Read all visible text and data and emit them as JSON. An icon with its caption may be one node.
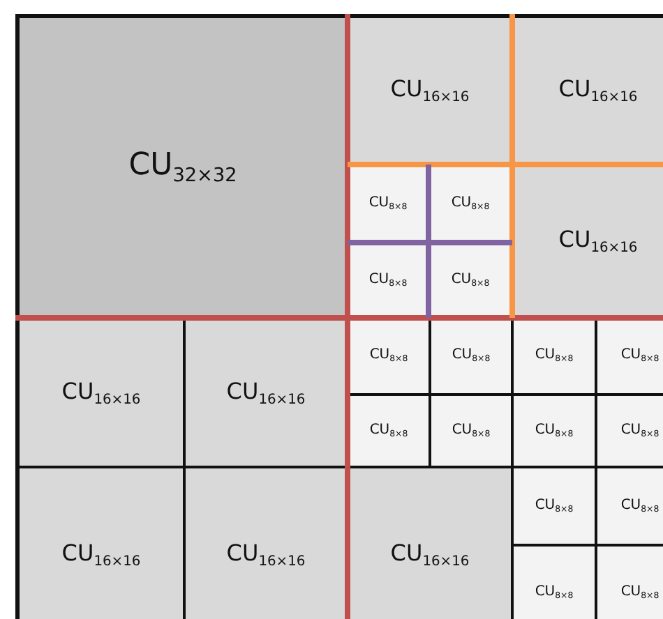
{
  "diagram": {
    "nodes": [
      {
        "text": [
          "CU$_{32×32}$"
        ]
      },
      {
        "text": [
          "CU$_{16×16}$"
        ]
      },
      {
        "text": [
          "CU$_{16×16}$"
        ]
      },
      {
        "text": [
          "CU$_{8×8}$"
        ]
      },
      {
        "text": [
          "CU$_{8×8}$"
        ]
      },
      {
        "text": [
          "CU$_{16×16}$"
        ]
      },
      {
        "text": [
          "CU$_{8×8}$"
        ]
      },
      {
        "text": [
          "CU$_{8×8}$"
        ]
      },
      {
        "text": [
          "CU$_{16×16}$"
        ]
      },
      {
        "text": [
          "CU$_{16×16}$"
        ]
      },
      {
        "text": [
          "CU$_{8×8}$"
        ]
      },
      {
        "text": [
          "CU$_{8×8}$"
        ]
      },
      {
        "text": [
          "CU$_{8×8}$"
        ]
      },
      {
        "text": [
          "CU$_{8×8}$"
        ]
      },
      {
        "text": [
          "CU$_{8×8}$"
        ]
      },
      {
        "text": [
          "CU$_{8×8}$"
        ]
      },
      {
        "text": [
          "CU$_{8×8}$"
        ]
      },
      {
        "text": [
          "CU$_{8×8}$"
        ]
      },
      {
        "text": [
          "CU$_{16×16}$"
        ]
      },
      {
        "text": [
          "CU$_{16×16}$"
        ]
      },
      {
        "text": [
          "CU$_{16×16}$"
        ]
      },
      {
        "text": [
          "CU$_{8×8}$"
        ]
      },
      {
        "text": [
          "CU$_{8×8}$"
        ]
      },
      {
        "text": [
          "CU$_{8×8}$"
        ]
      },
      {
        "text": [
          "CU$_{8×8}$"
        ]
      }
    ]
  }
}
